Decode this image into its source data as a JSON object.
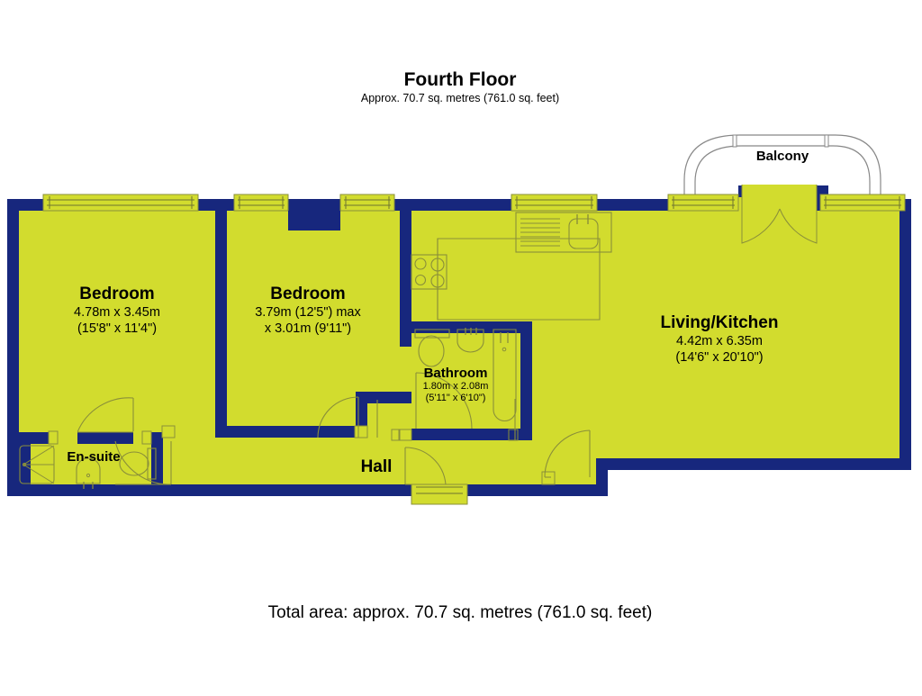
{
  "header": {
    "title": "Fourth Floor",
    "subtitle": "Approx. 70.7 sq. metres (761.0 sq. feet)"
  },
  "footer": {
    "total_area": "Total area: approx. 70.7 sq. metres (761.0 sq. feet)"
  },
  "colors": {
    "floor_fill": "#d2dc2e",
    "wall": "#17277d",
    "outline": "#8a8f3a",
    "white": "#ffffff",
    "text": "#000000"
  },
  "rooms": [
    {
      "id": "bedroom-1",
      "name": "Bedroom",
      "dim_metric": "4.78m x 3.45m",
      "dim_imperial": "(15'8\" x 11'4\")"
    },
    {
      "id": "bedroom-2",
      "name": "Bedroom",
      "dim_metric": "3.79m (12'5\") max",
      "dim_imperial": "x 3.01m (9'11\")"
    },
    {
      "id": "living-kitchen",
      "name": "Living/Kitchen",
      "dim_metric": "4.42m x 6.35m",
      "dim_imperial": "(14'6\" x 20'10\")"
    },
    {
      "id": "bathroom",
      "name": "Bathroom",
      "dim_metric": "1.80m x 2.08m",
      "dim_imperial": "(5'11\" x 6'10\")"
    },
    {
      "id": "en-suite",
      "name": "En-suite",
      "dim_metric": "",
      "dim_imperial": ""
    },
    {
      "id": "hall",
      "name": "Hall",
      "dim_metric": "",
      "dim_imperial": ""
    },
    {
      "id": "balcony",
      "name": "Balcony",
      "dim_metric": "",
      "dim_imperial": ""
    }
  ],
  "fixtures": [
    {
      "id": "kitchen-hob",
      "name": "hob-icon"
    },
    {
      "id": "kitchen-sink",
      "name": "sink-icon"
    },
    {
      "id": "bathroom-toilet",
      "name": "toilet-icon"
    },
    {
      "id": "bathroom-basin",
      "name": "washbasin-icon"
    },
    {
      "id": "bathroom-bath",
      "name": "bathtub-icon"
    },
    {
      "id": "ensuite-shower",
      "name": "shower-icon"
    },
    {
      "id": "ensuite-basin",
      "name": "washbasin-icon"
    },
    {
      "id": "ensuite-toilet",
      "name": "toilet-icon"
    }
  ]
}
